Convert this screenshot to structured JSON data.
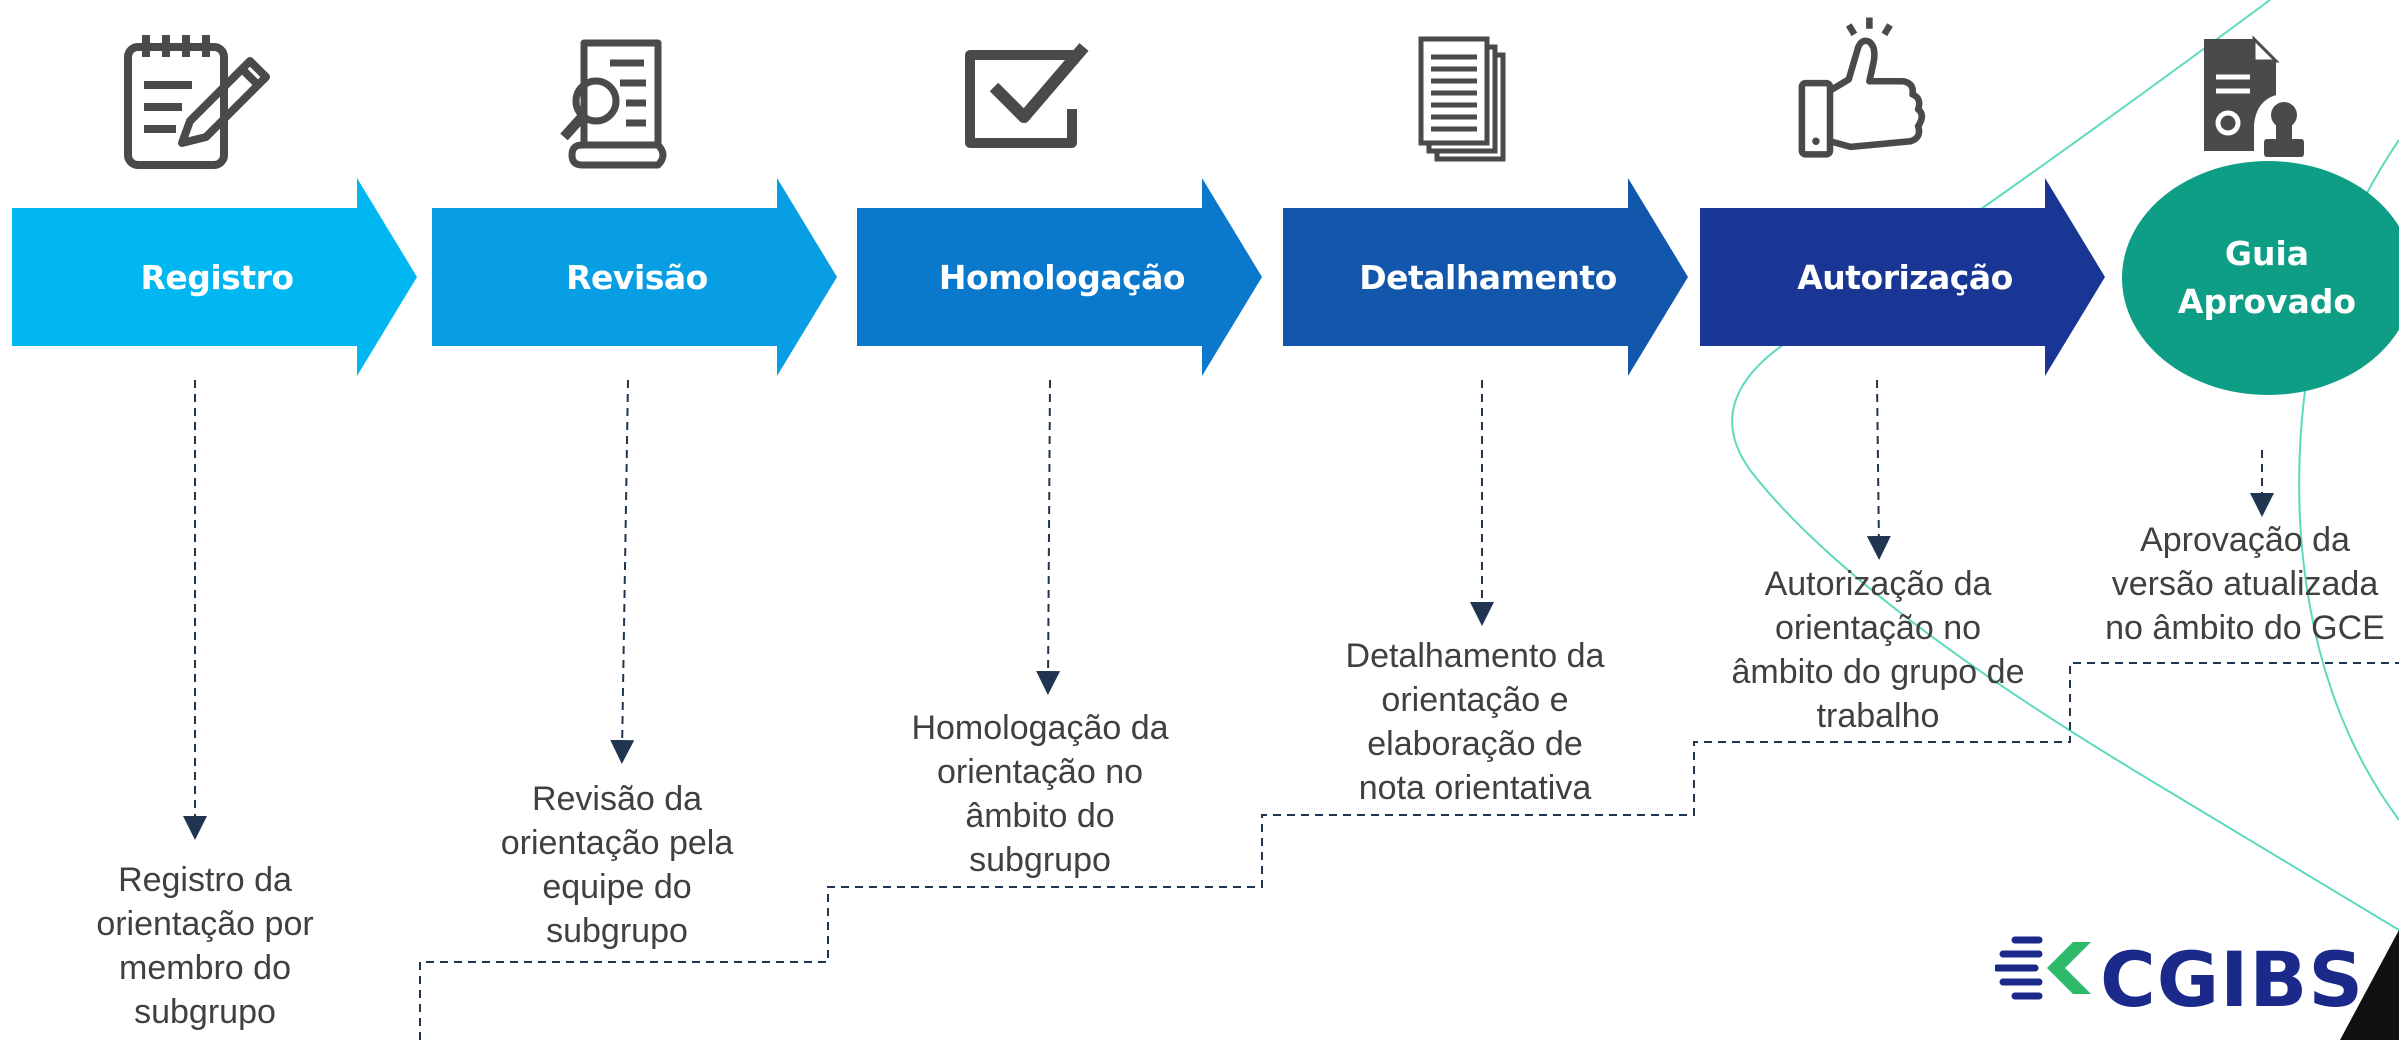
{
  "steps": [
    {
      "label": "Registro",
      "description": "Registro da\norientação por\nmembro do\nsubgrupo",
      "color": "#00B7F1",
      "icon": "notepad-pencil-icon"
    },
    {
      "label": "Revisão",
      "description": "Revisão da\norientação pela\nequipe do\nsubgrupo",
      "color": "#079EE3",
      "icon": "document-magnifier-icon"
    },
    {
      "label": "Homologação",
      "description": "Homologação da\norientação no\nâmbito do\nsubgrupo",
      "color": "#0A78CB",
      "icon": "checkbox-icon"
    },
    {
      "label": "Detalhamento",
      "description": "Detalhamento da\norientação e\nelaboração de\nnota orientativa",
      "color": "#1257AB",
      "icon": "stacked-documents-icon"
    },
    {
      "label": "Autorização",
      "description": "Autorização da\norientação no\nâmbito do grupo de\ntrabalho",
      "color": "#1A3694",
      "icon": "thumbs-up-icon"
    }
  ],
  "final_step": {
    "label": "Guia\nAprovado",
    "description": "Aprovação da\nversão atualizada\nno âmbito do GCE",
    "color": "#0E9E86",
    "icon": "document-stamp-icon"
  },
  "logo": {
    "text": "CGIBS",
    "color": "#1B2A8A",
    "accent": "#2DB86A"
  },
  "colors": {
    "icon": "#4A4A4A",
    "connector": "#1F3550",
    "background_line": "#5ED9C0",
    "text": "#404040"
  }
}
